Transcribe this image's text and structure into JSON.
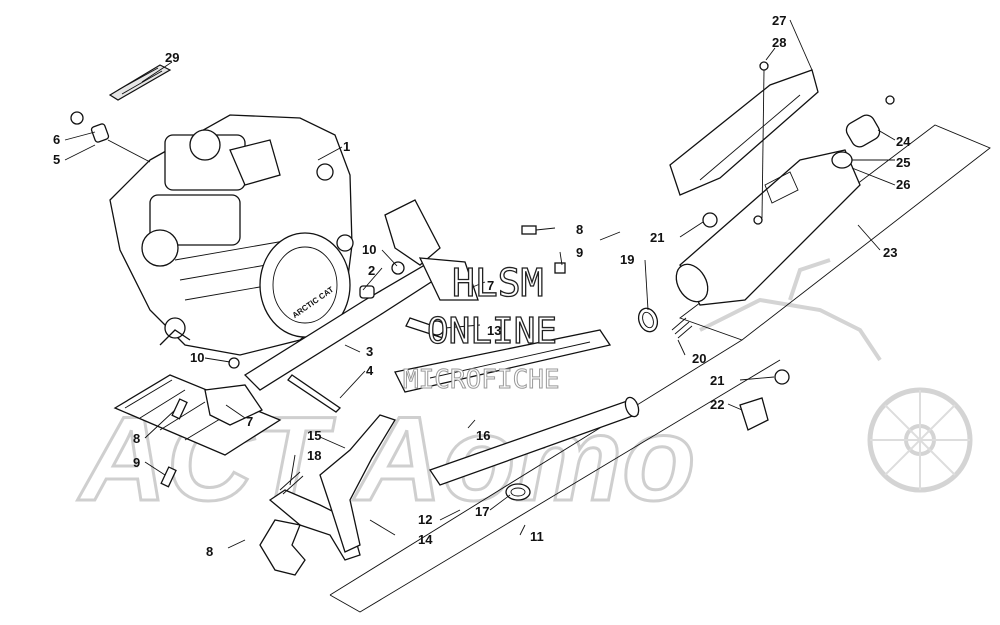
{
  "watermark": {
    "background_text": "ACT Aomo",
    "line1": "HLSM",
    "line2": "ONLINE",
    "line3": "MICROFICHE"
  },
  "callouts": {
    "n1": "1",
    "n2": "2",
    "n3": "3",
    "n4": "4",
    "n5": "5",
    "n6": "6",
    "n7a": "7",
    "n7b": "7",
    "n8a": "8",
    "n8b": "8",
    "n8c": "8",
    "n9a": "9",
    "n9b": "9",
    "n10a": "10",
    "n10b": "10",
    "n11": "11",
    "n12": "12",
    "n13": "13",
    "n14": "14",
    "n15": "15",
    "n16": "16",
    "n17": "17",
    "n18": "18",
    "n19": "19",
    "n20": "20",
    "n21a": "21",
    "n21b": "21",
    "n22": "22",
    "n23": "23",
    "n24": "24",
    "n25": "25",
    "n26": "26",
    "n27": "27",
    "n28": "28",
    "n29": "29"
  }
}
